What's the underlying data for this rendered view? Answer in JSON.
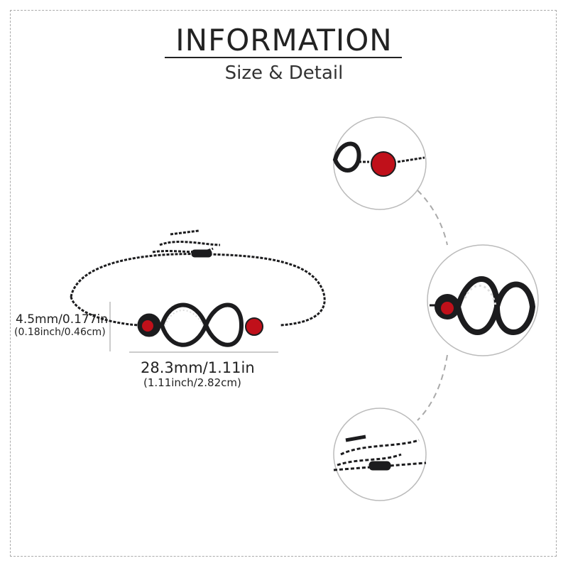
{
  "header": {
    "title": "INFORMATION",
    "subtitle": "Size & Detail"
  },
  "dimensions": {
    "height_primary": "4.5mm/0.177in",
    "height_secondary": "(0.18inch/0.46cm)",
    "width_primary": "28.3mm/1.11in",
    "width_secondary": "(1.11inch/2.82cm)"
  },
  "colors": {
    "metal": "#1c1c1e",
    "gem": "#c0101a",
    "line": "#999999"
  }
}
